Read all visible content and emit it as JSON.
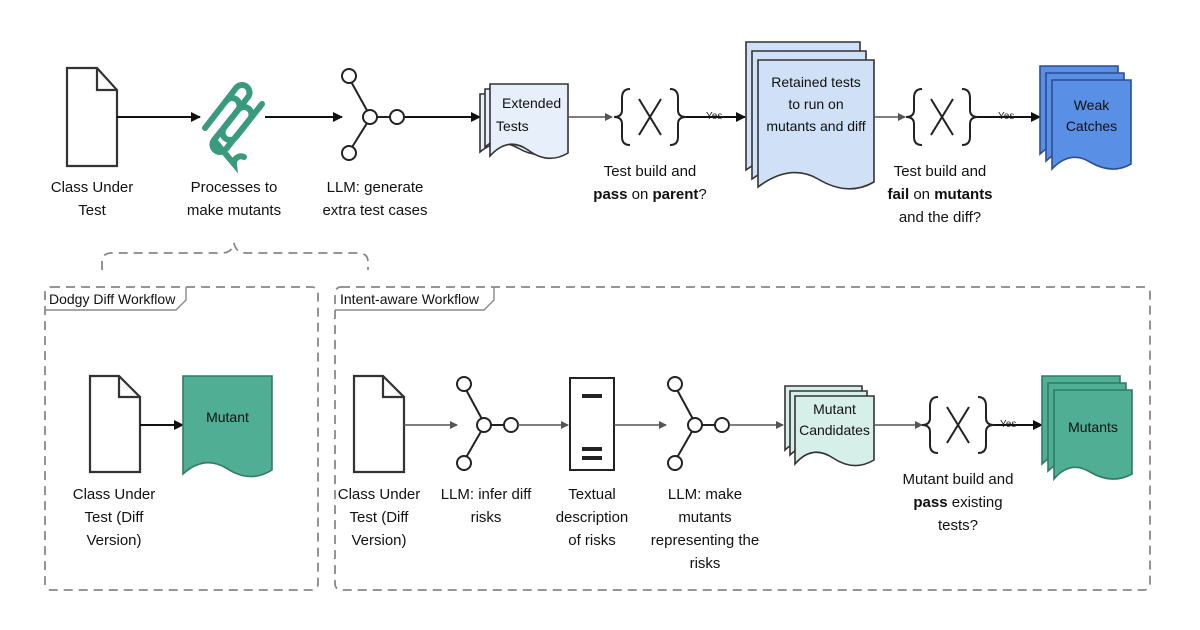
{
  "top": {
    "class_under_test": [
      "Class Under",
      "Test"
    ],
    "processes": [
      "Processes to",
      "make mutants"
    ],
    "llm_generate": [
      "LLM: generate",
      "extra test cases"
    ],
    "extended_tests": [
      "Extended",
      "Tests"
    ],
    "decision1": {
      "l1": "Test build and",
      "l2_bold1": "pass",
      "l2_mid": " on ",
      "l2_bold2": "parent",
      "l2_end": "?"
    },
    "yes1": "Yes",
    "retained_tests": [
      "Retained tests",
      "to run on",
      "mutants and diff"
    ],
    "decision2": {
      "l1": "Test build and",
      "l2_bold1": "fail",
      "l2_mid": " on ",
      "l2_bold2": "mutants",
      "l3": "and the diff?"
    },
    "yes2": "Yes",
    "weak_catches": [
      "Weak",
      "Catches"
    ]
  },
  "dodgy": {
    "title": "Dodgy Diff Workflow",
    "class_under_test": [
      "Class Under",
      "Test (Diff",
      "Version)"
    ],
    "mutant": "Mutant"
  },
  "intent": {
    "title": "Intent-aware Workflow",
    "class_under_test": [
      "Class Under",
      "Test (Diff",
      "Version)"
    ],
    "llm_infer": [
      "LLM: infer diff",
      "risks"
    ],
    "textual": [
      "Textual",
      "description",
      "of risks"
    ],
    "llm_make": [
      "LLM: make",
      "mutants",
      "representing the",
      "risks"
    ],
    "mutant_candidates": [
      "Mutant",
      "Candidates"
    ],
    "decision": {
      "l1": "Mutant build and",
      "l2_bold": "pass",
      "l2_end": " existing",
      "l3": "tests?"
    },
    "yes": "Yes",
    "mutants": "Mutants"
  },
  "icons": {
    "document": "document-icon",
    "mutant_process": "paperclip-spiral-icon",
    "llm": "llm-node-graph-icon",
    "decision": "curly-brace-x-icon",
    "text_description": "text-lines-document-icon"
  },
  "colors": {
    "mutant_green": "#4fae94",
    "mutant_candidates": "#d6f0e9",
    "extended_tests": "#e7effb",
    "retained_tests": "#cfe0f7",
    "weak_catches": "#5a8fe6",
    "processes_icon": "#3a9a7d"
  }
}
